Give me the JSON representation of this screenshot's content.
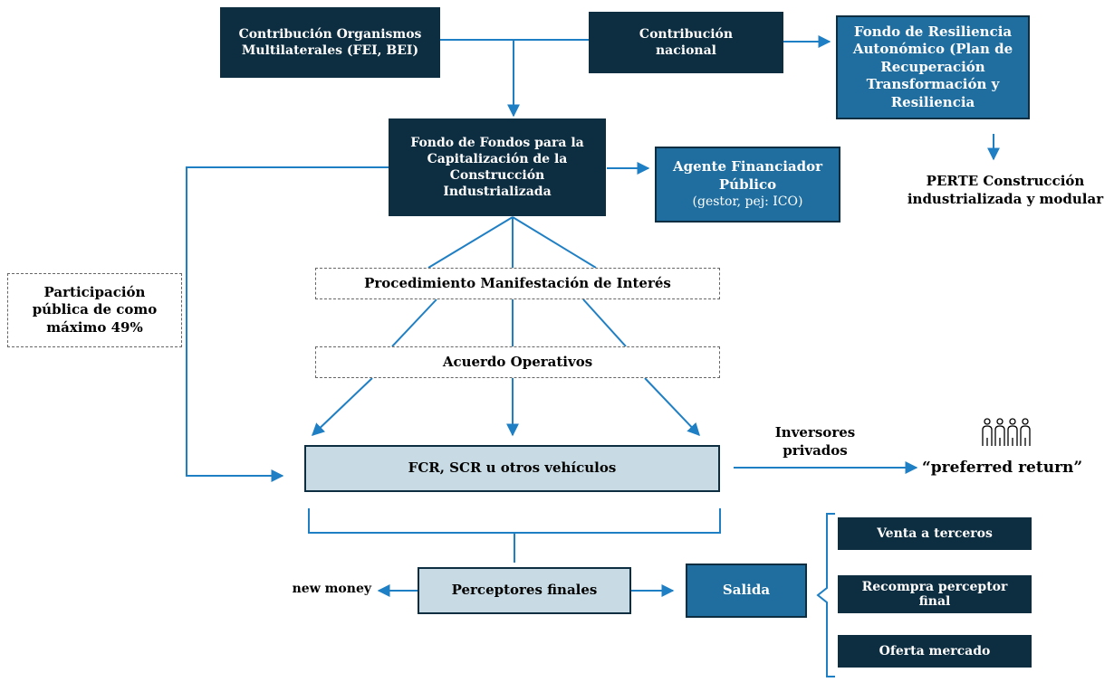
{
  "boxes": {
    "multilaterales": "Contribución Organismos Multilaterales (FEI, BEI)",
    "nacional": "Contribución nacional",
    "resiliencia": "Fondo de Resiliencia Autonómico (Plan de Recuperación Transformación y Resiliencia",
    "fondo_fondos": "Fondo de Fondos para la Capitalización de la Construcción Industrializada",
    "agente_title": "Agente Financiador Público",
    "agente_sub": "(gestor, pej: ICO)",
    "manifestacion": "Procedimiento Manifestación de Interés",
    "acuerdo": "Acuerdo Operativos",
    "fcr": "FCR, SCR u otros vehículos",
    "perceptores": "Perceptores finales",
    "salida": "Salida",
    "venta": "Venta a terceros",
    "recompra": "Recompra perceptor final",
    "oferta": "Oferta mercado"
  },
  "labels": {
    "perte": "PERTE Construcción industrializada y modular",
    "participacion": "Participación pública de como máximo 49%",
    "inversores": "Inversores privados",
    "preferred": "“preferred return”",
    "new_money": "new money"
  },
  "icons": {
    "investors": "people-group-icon"
  },
  "colors": {
    "dark": "#0d2d40",
    "blue": "#1f6e9f",
    "light": "#c8dbe4",
    "arrow": "#1f7fc4"
  }
}
